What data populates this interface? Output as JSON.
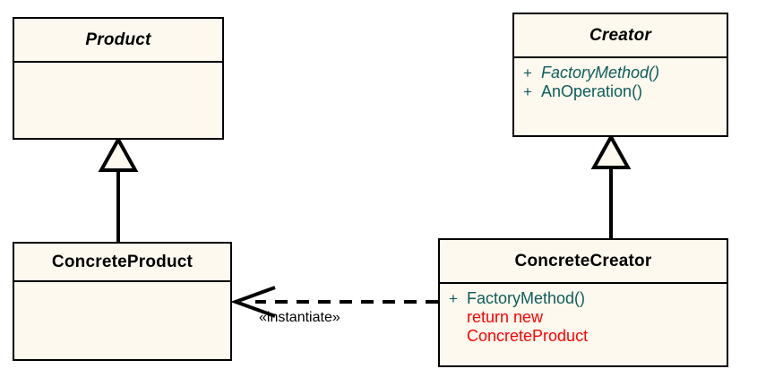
{
  "diagram": {
    "kind": "uml-class-diagram",
    "pattern_name": "Factory Method",
    "background_color": "#FFFFFF",
    "box_fill_color": "#FDF9EE",
    "box_border_color": "#000000",
    "method_text_color": "#0D5D5D",
    "code_text_color": "#FF0000",
    "label_text_color": "#000000"
  },
  "classes": {
    "product": {
      "name": "Product",
      "abstract": true,
      "members": []
    },
    "creator": {
      "name": "Creator",
      "abstract": true,
      "members": [
        {
          "visibility": "+",
          "name": "FactoryMethod()",
          "abstract": true
        },
        {
          "visibility": "+",
          "name": "AnOperation()",
          "abstract": false
        }
      ]
    },
    "concrete_product": {
      "name": "ConcreteProduct",
      "abstract": false,
      "members": []
    },
    "concrete_creator": {
      "name": "ConcreteCreator",
      "abstract": false,
      "members": [
        {
          "visibility": "+",
          "name": "FactoryMethod()",
          "abstract": false
        }
      ],
      "code_lines": [
        "return new",
        "ConcreteProduct"
      ]
    }
  },
  "relationships": {
    "product_generalization": {
      "type": "generalization",
      "from": "ConcreteProduct",
      "to": "Product",
      "line_style": "solid",
      "arrowhead": "hollow-triangle"
    },
    "creator_generalization": {
      "type": "generalization",
      "from": "ConcreteCreator",
      "to": "Creator",
      "line_style": "solid",
      "arrowhead": "hollow-triangle"
    },
    "instantiate_dependency": {
      "type": "dependency",
      "from": "ConcreteCreator",
      "to": "ConcreteProduct",
      "line_style": "dashed",
      "arrowhead": "open",
      "stereotype": "«instantiate»"
    }
  }
}
